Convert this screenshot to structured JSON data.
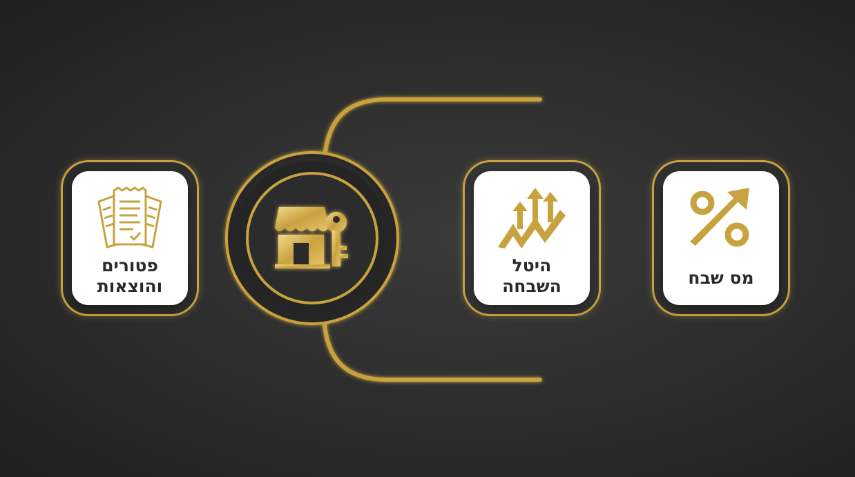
{
  "diagram": {
    "center": {
      "icon": "store-key-icon"
    },
    "cards": [
      {
        "id": "exemptions",
        "label_line1": "פטורים",
        "label_line2": "והוצאות",
        "icon": "receipts-icon"
      },
      {
        "id": "betterment-levy",
        "label_line1": "היטל",
        "label_line2": "השבחה",
        "icon": "growth-arrows-icon"
      },
      {
        "id": "capital-gains-tax",
        "label_line1": "מס שבח",
        "label_line2": "",
        "icon": "percent-arrow-icon"
      }
    ],
    "colors": {
      "background": "#2e2e2e",
      "gold": "#c8a23e",
      "gold_light": "#f0d27a",
      "card": "#ffffff",
      "text": "#2a2a2a"
    }
  }
}
